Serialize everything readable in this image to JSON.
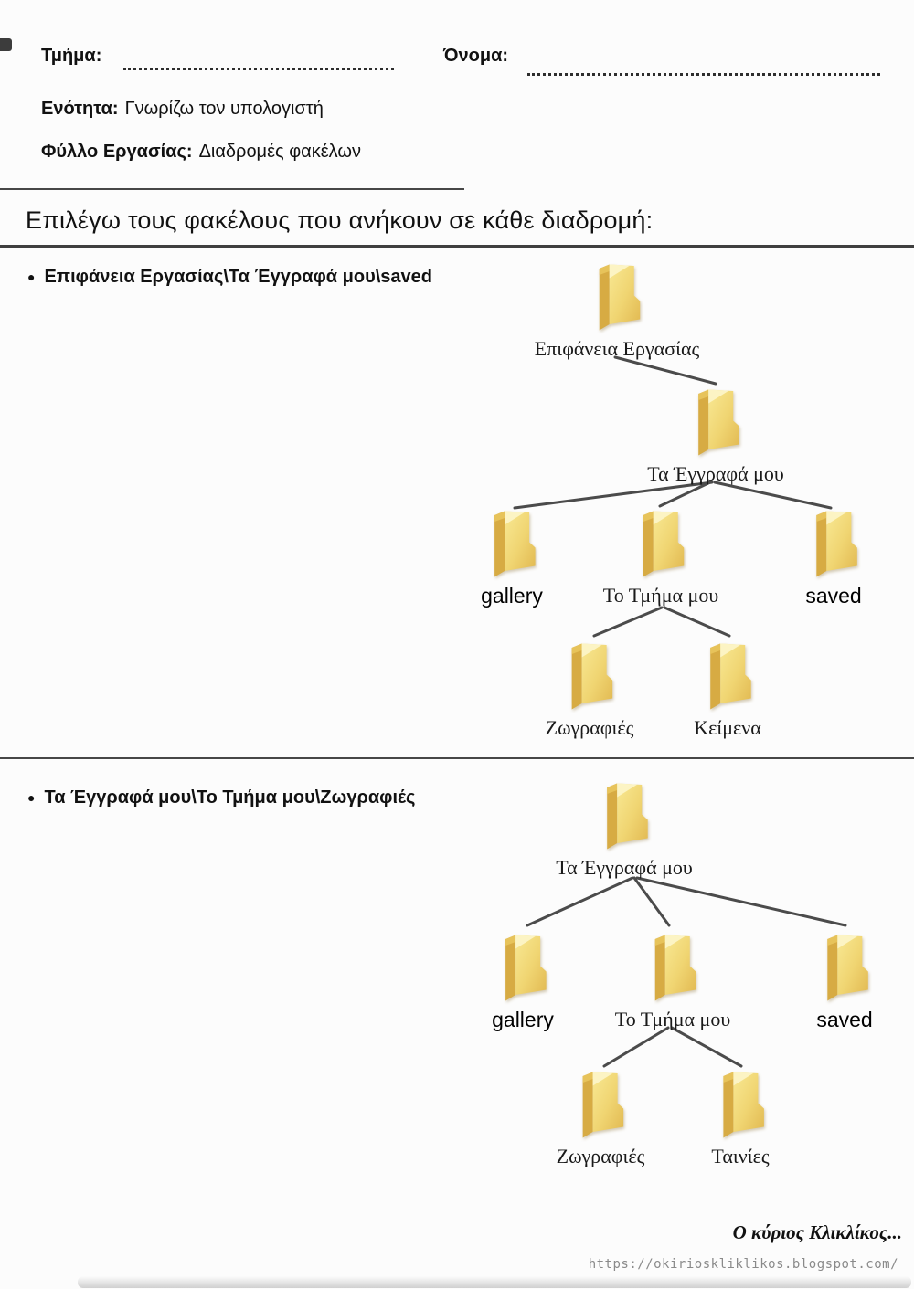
{
  "header": {
    "class_label": "Τμήμα:",
    "name_label": "Όνομα:",
    "unit_label": "Ενότητα:",
    "unit_value": "Γνωρίζω τον υπολογιστή",
    "worksheet_label": "Φύλλο Εργασίας:",
    "worksheet_value": "Διαδρομές φακέλων"
  },
  "instruction": "Επιλέγω τους φακέλους που ανήκουν σε κάθε διαδρομή:",
  "exercises": [
    {
      "path": "Επιφάνεια Εργασίας\\Τα Έγγραφά μου\\saved",
      "tree": {
        "root": "Επιφάνεια Εργασίας",
        "level2": "Τα Έγγραφά μου",
        "level3": [
          "gallery",
          "Το Τμήμα μου",
          "saved"
        ],
        "level4": [
          "Ζωγραφιές",
          "Κείμενα"
        ]
      }
    },
    {
      "path": "Τα Έγγραφά μου\\Το Τμήμα μου\\Ζωγραφιές",
      "tree": {
        "root": "Τα Έγγραφά μου",
        "level3": [
          "gallery",
          "Το Τμήμα μου",
          "saved"
        ],
        "level4": [
          "Ζωγραφιές",
          "Ταινίες"
        ]
      }
    }
  ],
  "footer": {
    "signature": "Ο κύριος Κλικλίκος...",
    "url": "https://okirioskliklikos.blogspot.com/"
  },
  "icons": {
    "folder": "yellow-folder-icon"
  },
  "colors": {
    "folder_main": "#F0D572",
    "folder_highlight": "#FCF4C4",
    "folder_spine": "#D7AB43",
    "tree_edge": "#4b4b4b",
    "url_text": "#8A8A8A",
    "text": "#111111"
  }
}
